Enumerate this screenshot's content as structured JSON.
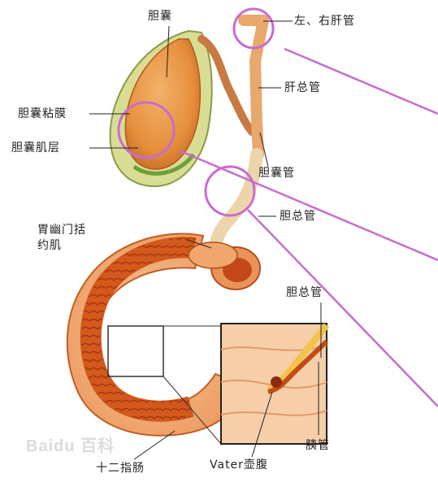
{
  "labels": {
    "gallbladder": "胆囊",
    "hepatic_ducts": "左、右肝管",
    "common_hepatic_duct": "肝总管",
    "mucosa": "胆囊粘膜",
    "muscle_layer": "胆囊肌层",
    "cystic_duct": "胆囊管",
    "common_bile_duct": "胆总管",
    "pyloric_sphincter": "胃幽门括约肌",
    "bile_duct_inset": "胆总管",
    "pancreatic_duct": "胰管",
    "ampulla": "Vater壶腹",
    "duodenum": "十二指肠"
  },
  "watermark": "Baidu 百科",
  "colors": {
    "gallbladder": "#e8a04a",
    "gallbladder_wall": "#d7d98c",
    "duct": "#e3a06a",
    "duodenum_outer": "#f2b27a",
    "duodenum_inner": "#d2581c",
    "highlight_circle": "#c86bd0"
  }
}
